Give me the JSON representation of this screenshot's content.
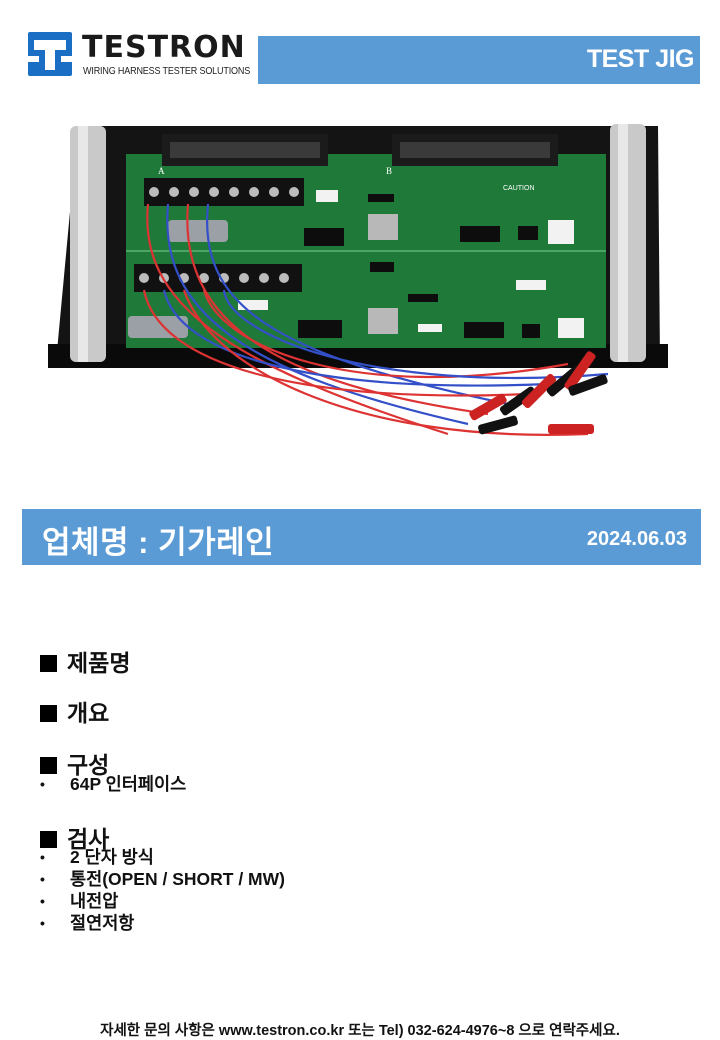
{
  "brand": {
    "name": "TESTRON",
    "tagline": "WIRING HARNESS TESTER SOLUTIONS"
  },
  "header": {
    "title": "TEST JIG"
  },
  "company": {
    "name": "업체명 : 기가레인",
    "date": "2024.06.03"
  },
  "sections": {
    "product": {
      "heading": "제품명",
      "items": []
    },
    "overview": {
      "heading": "개요",
      "items": []
    },
    "config": {
      "heading": "구성",
      "items": [
        "64P 인터페이스"
      ]
    },
    "inspection": {
      "heading": "검사",
      "items": [
        "2 단자 방식",
        "통전(OPEN / SHORT / MW)",
        "내전압",
        "절연저항"
      ]
    }
  },
  "photo": {
    "labels": [
      "A",
      "B",
      "CAUTION"
    ]
  },
  "footer": {
    "text": "자세한 문의 사항은 www.testron.co.kr 또는 Tel) 032-624-4976~8 으로 연락주세요."
  },
  "colors": {
    "accent": "#5b9bd5",
    "pcb": "#1f7a3a",
    "logo_blue": "#1a6fc4"
  }
}
